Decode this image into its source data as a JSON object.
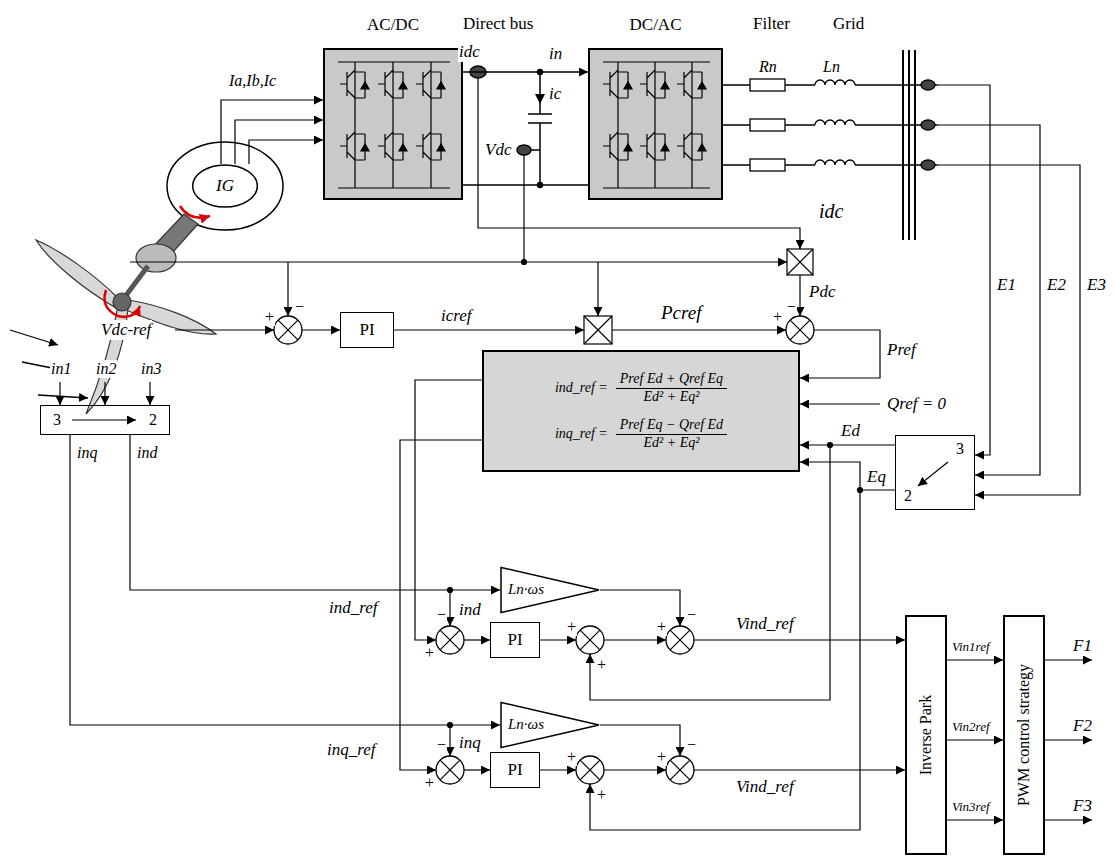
{
  "diagram": {
    "nodes": [
      {
        "text": [
          "IG"
        ]
      },
      {
        "text": [
          "AC/DC"
        ]
      },
      {
        "text": [
          "DC/AC"
        ]
      },
      {
        "text": [
          "PI"
        ]
      },
      {
        "text": [
          "ind_ref =",
          "Pref Ed + Qref Eq",
          "Ed² + Eq²",
          "inq_ref =",
          "Pref Eq − Qref Ed",
          "Ed² + Eq²"
        ]
      },
      {
        "text": [
          "3",
          "2"
        ]
      },
      {
        "text": [
          "3",
          "2"
        ]
      },
      {
        "text": [
          "Ln·ωs"
        ]
      },
      {
        "text": [
          "Ln·ωs"
        ]
      },
      {
        "text": [
          "PI"
        ]
      },
      {
        "text": [
          "PI"
        ]
      },
      {
        "text": [
          "Inverse Park"
        ]
      },
      {
        "text": [
          "PWM control strategy"
        ]
      }
    ],
    "edges": [
      {
        "from": 0,
        "to": 1,
        "arrow": "to"
      },
      {
        "from": 0,
        "to": 1,
        "arrow": "to"
      },
      {
        "from": 0,
        "to": 1,
        "arrow": "to"
      },
      {
        "from": 1,
        "to": 2,
        "arrow": "to"
      },
      {
        "from": 1,
        "to": 2,
        "arrow": "none"
      },
      {
        "from": 5,
        "to": 7,
        "arrow": "to"
      },
      {
        "from": 5,
        "to": 8,
        "arrow": "to"
      },
      {
        "from": 6,
        "to": 4,
        "arrow": "to"
      },
      {
        "from": 6,
        "to": 4,
        "arrow": "to"
      },
      {
        "from": 11,
        "to": 12,
        "arrow": "to",
        "label": "Vin1ref"
      },
      {
        "from": 11,
        "to": 12,
        "arrow": "to",
        "label": "Vin2ref"
      },
      {
        "from": 11,
        "to": 12,
        "arrow": "to",
        "label": "Vin3ref"
      }
    ],
    "labels": [
      "Direct bus",
      "Filter",
      "Grid",
      "Ia,Ib,Ic",
      "idc",
      "in",
      "Vdc",
      "ic",
      "Rn",
      "Ln",
      "E1",
      "E2",
      "E3",
      "idc",
      "Vdc-ref",
      "icref",
      "Pcref",
      "Pdc",
      "Pref",
      "Qref = 0",
      "in1",
      "in2",
      "in3",
      "inq",
      "ind",
      "Ed",
      "Eq",
      "ind_ref",
      "ind",
      "inq_ref",
      "inq",
      "Vind_ref",
      "Vind_ref",
      "F1",
      "F2",
      "F3",
      "+",
      "−",
      "+",
      "−",
      "+",
      "−",
      "+",
      "+",
      "+",
      "−",
      "+",
      "−",
      "+",
      "+",
      "+",
      "−"
    ]
  }
}
